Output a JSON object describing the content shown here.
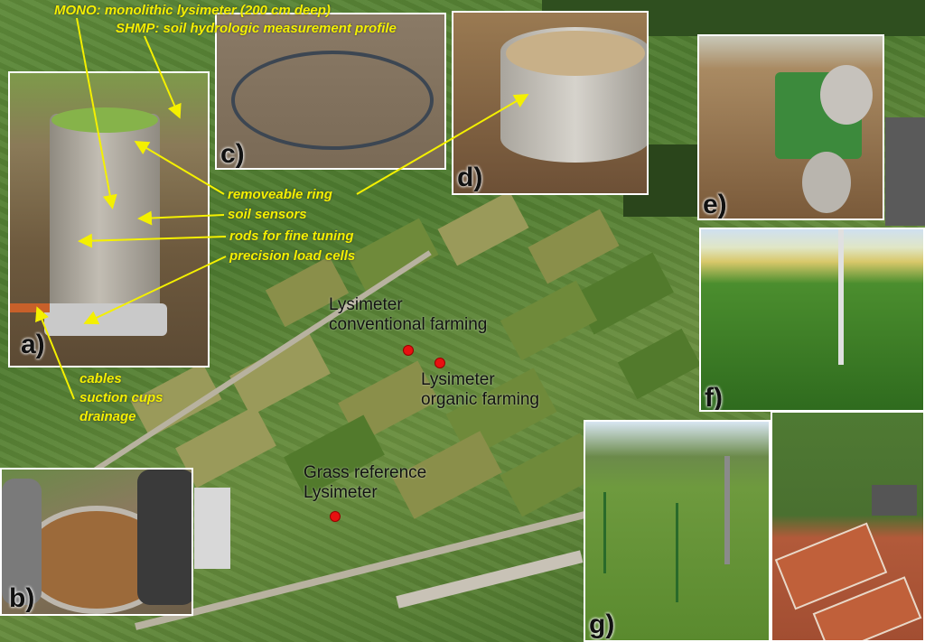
{
  "legend": {
    "mono": "MONO: monolithic lysimeter (200 cm deep)",
    "shmp": "SHMP: soil hydrologic measurement profile"
  },
  "annotations": {
    "removeable_ring": "removeable ring",
    "soil_sensors": "soil sensors",
    "rods": "rods for fine tuning",
    "load_cells": "precision load cells",
    "cables": "cables",
    "suction_cups": "suction cups",
    "drainage": "drainage"
  },
  "map_labels": {
    "conventional_1": "Lysimeter",
    "conventional_2": "conventional farming",
    "organic_1": "Lysimeter",
    "organic_2": "organic farming",
    "grass_1": "Grass reference",
    "grass_2": "Lysimeter"
  },
  "panels": {
    "a": "a)",
    "b": "b)",
    "c": "c)",
    "d": "d)",
    "e": "e)",
    "f": "f)",
    "g": "g)"
  },
  "colors": {
    "annotation_text": "#f4f000",
    "arrow": "#f4f000",
    "site_marker": "#e81010"
  }
}
